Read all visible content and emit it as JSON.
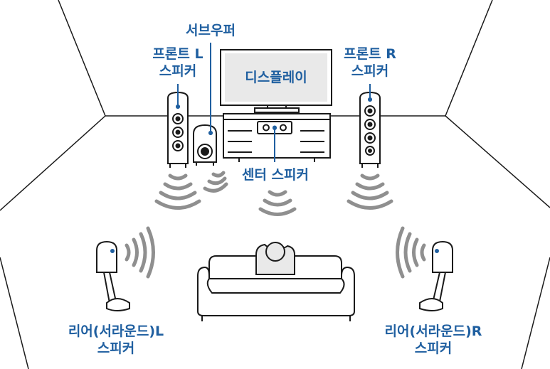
{
  "labels": {
    "front_left": [
      "프론트 L",
      "스피커"
    ],
    "subwoofer": "서브우퍼",
    "display": "디스플레이",
    "front_right": [
      "프론트 R",
      "스피커"
    ],
    "center": "센터 스피커",
    "rear_left": [
      "리어(서라운드)L",
      "스피커"
    ],
    "rear_right": [
      "리어(서라운드)R",
      "스피커"
    ]
  },
  "colors": {
    "label": "#1f5fa0",
    "line": "#1a1a1a",
    "wave": "#8f8f8f",
    "speaker_fill": "#ffffff",
    "screen_fill": "#e9e9e9",
    "person_fill": "#e9e9e9"
  }
}
